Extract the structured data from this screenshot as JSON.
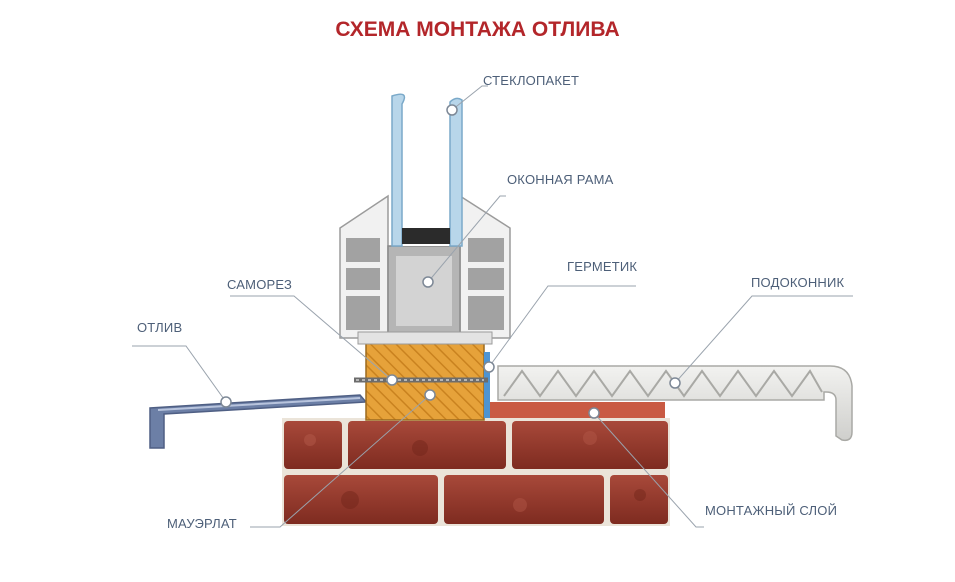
{
  "title": "СХЕМА МОНТАЖА ОТЛИВА",
  "labels": {
    "glass_unit": "СТЕКЛОПАКЕТ",
    "window_frame": "ОКОННАЯ РАМА",
    "sealant": "ГЕРМЕТИК",
    "window_sill": "ПОДОКОННИК",
    "screw": "САМОРЕЗ",
    "drip_sill": "ОТЛИВ",
    "wall_plate": "МАУЭРЛАТ",
    "mounting_layer": "МОНТАЖНЫЙ СЛОЙ"
  },
  "colors": {
    "title": "#b3262a",
    "label_text": "#4d5f78",
    "leader_line": "#9aa3ad",
    "brick": "#9b3a2c",
    "mortar": "#e9e2d8",
    "timber": "#e1a33a",
    "drip": "#6c7fa6",
    "glass": "#b8d6ea",
    "pvc": "#e6e6e6",
    "mounting_layer": "#c95a43",
    "sealant": "#4e94d2"
  }
}
